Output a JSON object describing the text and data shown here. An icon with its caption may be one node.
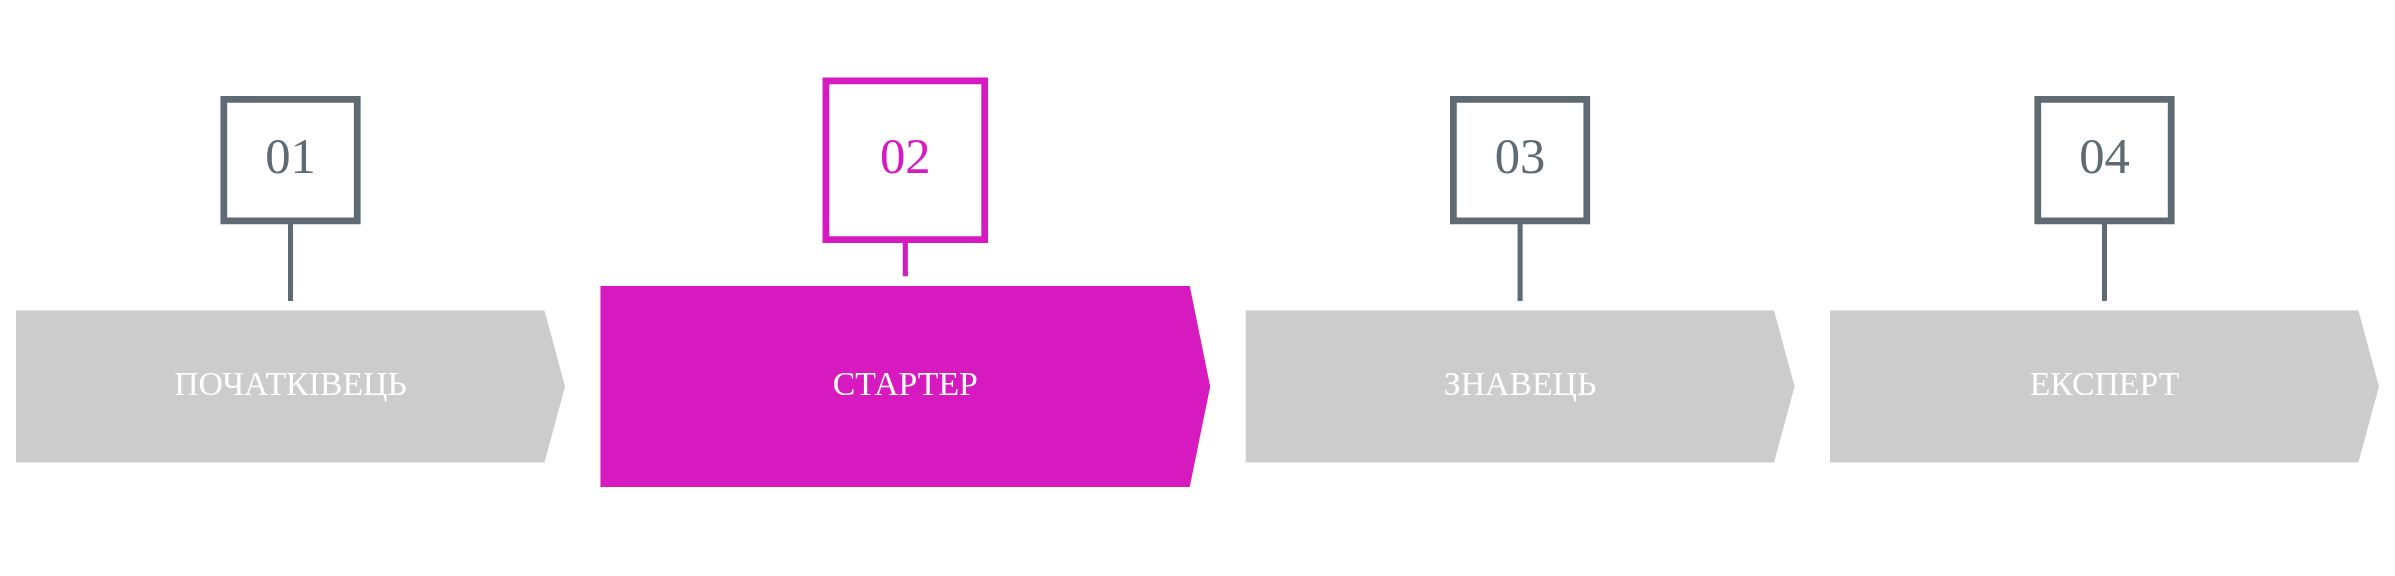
{
  "diagram": {
    "nodes": [
      {
        "text": [
          "01"
        ]
      },
      {
        "text": [
          "ПОЧАТКІВЕЦЬ"
        ]
      },
      {
        "text": [
          "02"
        ]
      },
      {
        "text": [
          "СТАРТЕР"
        ]
      },
      {
        "text": [
          "03"
        ]
      },
      {
        "text": [
          "ЗНАВЕЦЬ"
        ]
      },
      {
        "text": [
          "04"
        ]
      },
      {
        "text": [
          "ЕКСПЕРТ"
        ]
      }
    ],
    "edges": [
      {
        "from": 0,
        "to": 1,
        "arrow": "none"
      },
      {
        "from": 2,
        "to": 3,
        "arrow": "none",
        "color": "#d61ac0"
      },
      {
        "from": 4,
        "to": 5,
        "arrow": "none"
      },
      {
        "from": 6,
        "to": 7,
        "arrow": "none"
      }
    ]
  }
}
